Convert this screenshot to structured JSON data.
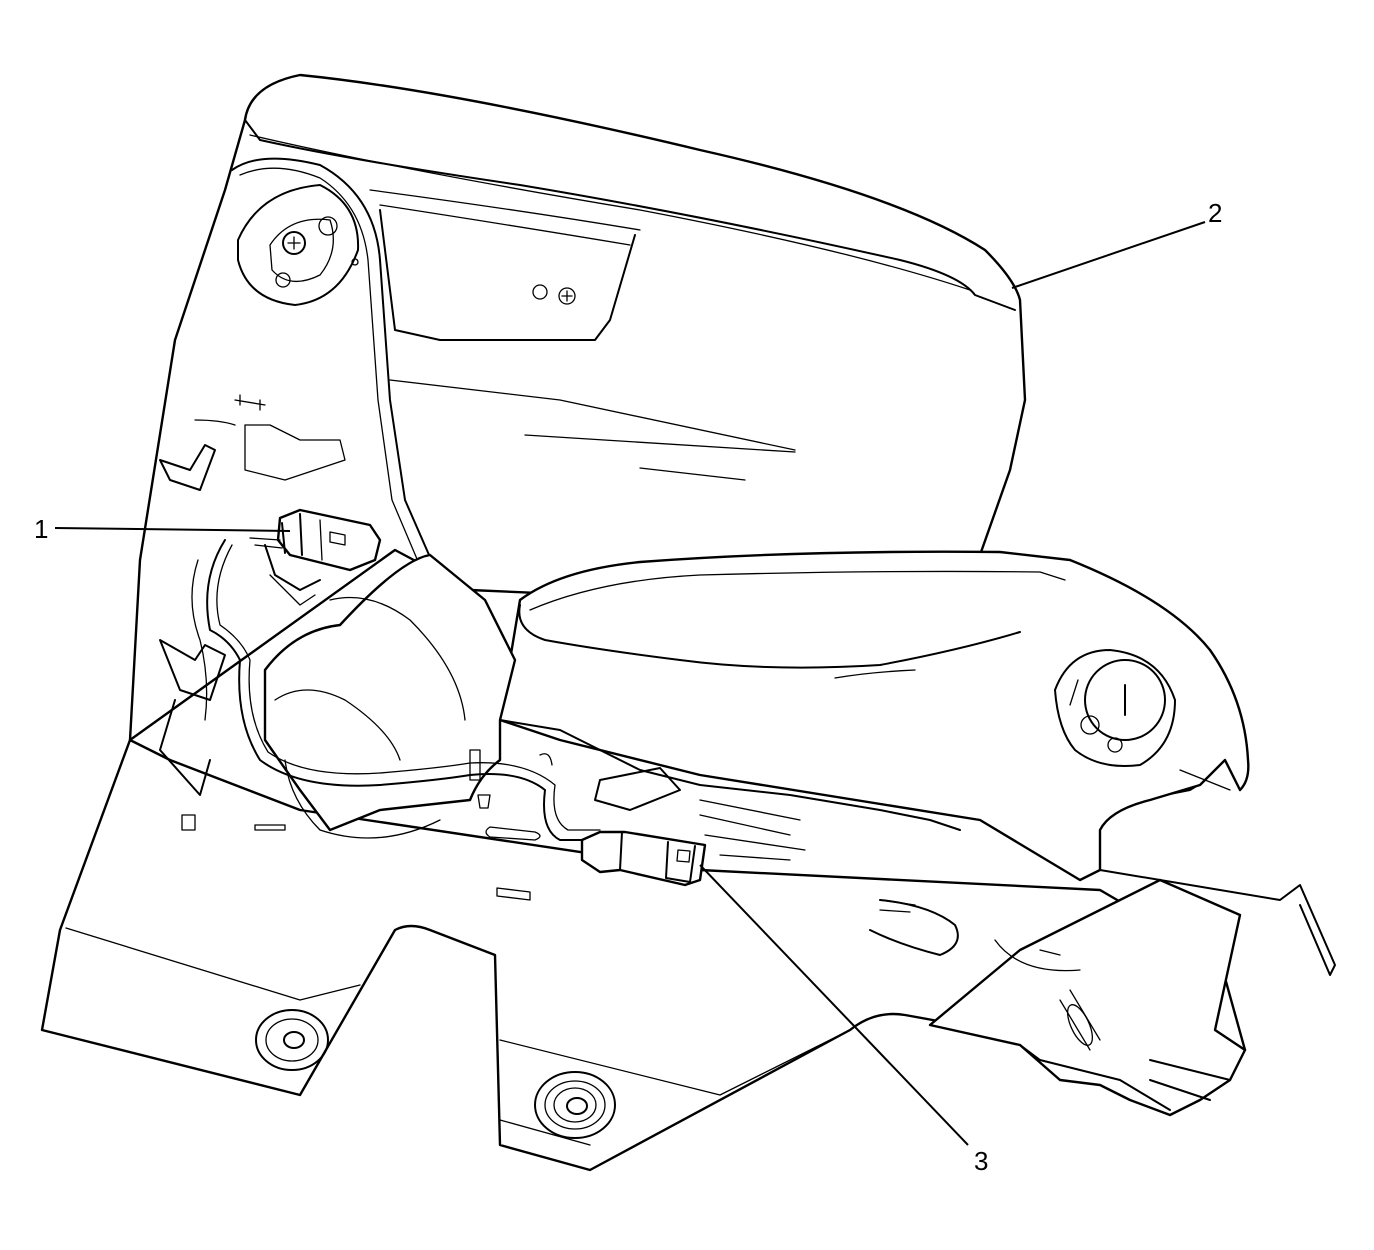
{
  "callouts": [
    {
      "label": "1",
      "part": "seat-harness-connector"
    },
    {
      "label": "2",
      "part": "seat-back-panel"
    },
    {
      "label": "3",
      "part": "seat-cushion-connector"
    }
  ],
  "colors": {
    "line": "#000000",
    "background": "#ffffff"
  }
}
